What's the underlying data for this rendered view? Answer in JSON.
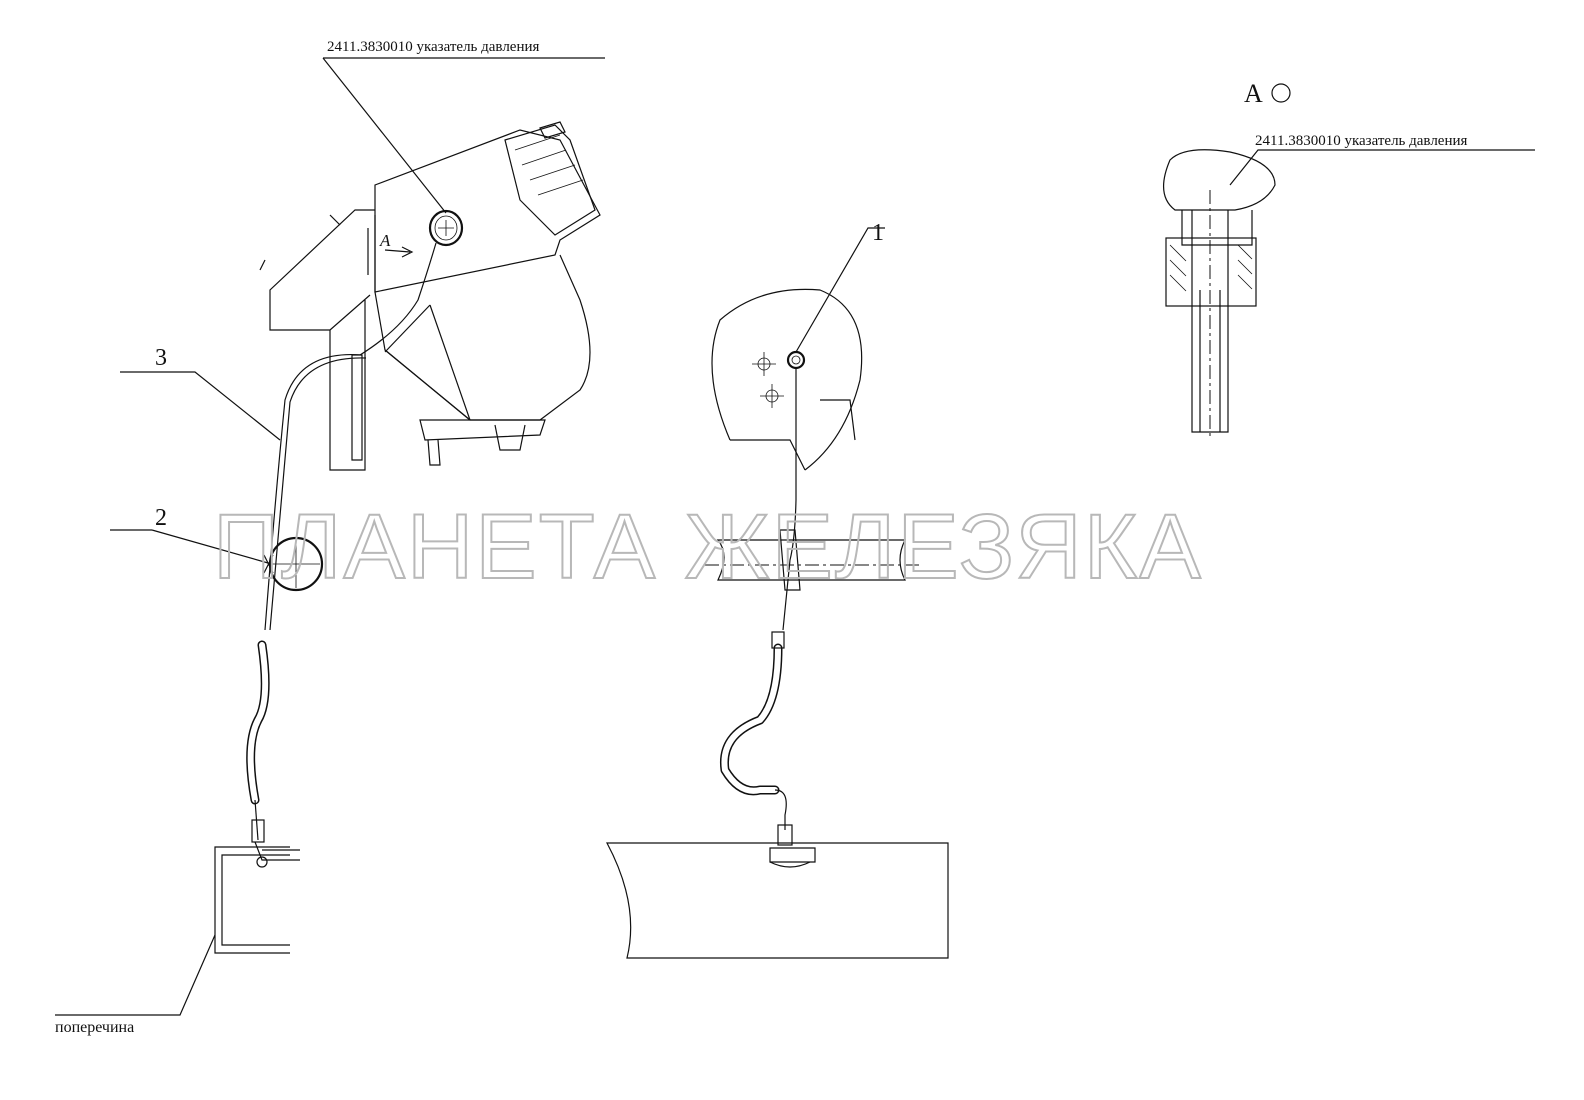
{
  "labels": {
    "gauge_callout": "2411.3830010 указатель давления",
    "gauge_callout_detail": "2411.3830010 указатель давления",
    "crossmember": "поперечина",
    "item_1": "1",
    "item_2": "2",
    "item_3": "3",
    "view_letter": "A",
    "view_arrow_letter": "A"
  },
  "watermark": "ПЛАНЕТА ЖЕЛЕЗЯКА",
  "colors": {
    "ink": "#111111",
    "watermark": "#b8b8b8",
    "background": "#ffffff"
  }
}
